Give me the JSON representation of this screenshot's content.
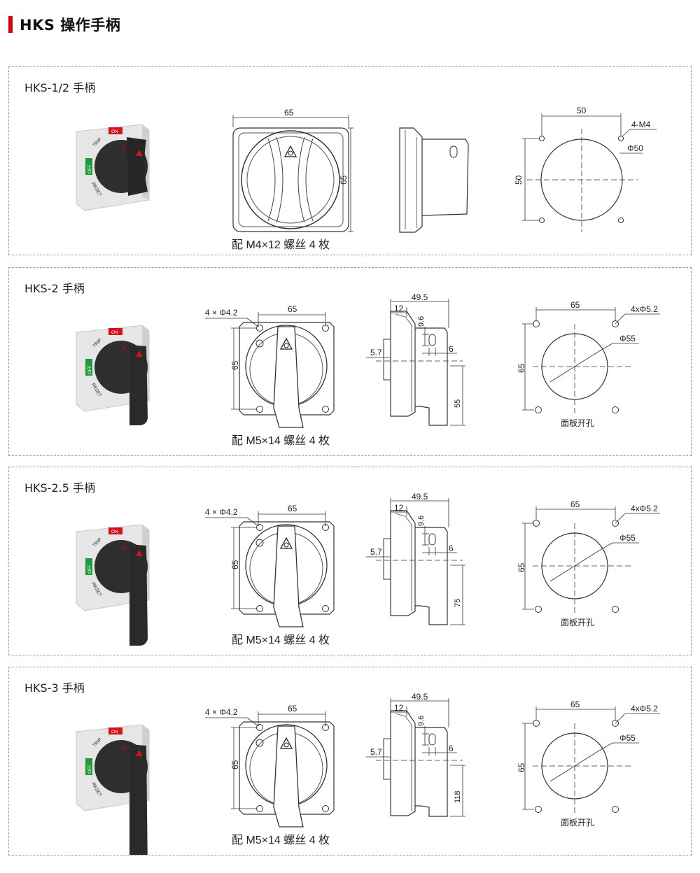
{
  "header": {
    "title": "HKS 操作手柄"
  },
  "sections": [
    {
      "title": "HKS-1/2 手柄",
      "variant": "small",
      "caption": "配 M4×12 螺丝 4 枚",
      "photo_labels": {
        "on": "ON",
        "trip": "TRIP",
        "off": "OFF",
        "reset": "RESET"
      },
      "front": {
        "width": "65",
        "height": "65"
      },
      "panel": {
        "width": "50",
        "height": "50",
        "holes": "4-M4",
        "diameter": "Φ50"
      }
    },
    {
      "title": "HKS-2 手柄",
      "variant": "lever",
      "caption": "配 M5×14 螺丝 4 枚",
      "photo_labels": {
        "on": "ON",
        "trip": "TRIP",
        "off": "OFF",
        "reset": "RESET"
      },
      "front": {
        "holes": "4 × Φ4.2",
        "width": "65",
        "height": "65"
      },
      "side": {
        "depth": "49.5",
        "flange": "12",
        "slot": "9.6",
        "slot_w": "6",
        "offset": "5.7",
        "length": "55"
      },
      "panel": {
        "width": "65",
        "height": "65",
        "holes": "4xΦ5.2",
        "diameter": "Φ55",
        "label": "面板开孔"
      }
    },
    {
      "title": "HKS-2.5 手柄",
      "variant": "lever",
      "caption": "配 M5×14 螺丝 4 枚",
      "photo_labels": {
        "on": "ON",
        "trip": "TRIP",
        "off": "OFF",
        "reset": "RESET"
      },
      "front": {
        "holes": "4 × Φ4.2",
        "width": "65",
        "height": "65"
      },
      "side": {
        "depth": "49.5",
        "flange": "12",
        "slot": "9.6",
        "slot_w": "6",
        "offset": "5.7",
        "length": "75"
      },
      "panel": {
        "width": "65",
        "height": "65",
        "holes": "4xΦ5.2",
        "diameter": "Φ55",
        "label": "面板开孔"
      }
    },
    {
      "title": "HKS-3 手柄",
      "variant": "lever",
      "caption": "配 M5×14 螺丝 4 枚",
      "photo_labels": {
        "on": "ON",
        "trip": "TRIP",
        "off": "OFF",
        "reset": "RESET"
      },
      "front": {
        "holes": "4 × Φ4.2",
        "width": "65",
        "height": "65"
      },
      "side": {
        "depth": "49.5",
        "flange": "12",
        "slot": "9.6",
        "slot_w": "6",
        "offset": "5.7",
        "length": "118"
      },
      "panel": {
        "width": "65",
        "height": "65",
        "holes": "4xΦ5.2",
        "diameter": "Φ55",
        "label": "面板开孔"
      }
    }
  ],
  "colors": {
    "accent": "#d7000f",
    "on": "#d7101e",
    "off": "#1f9a3a",
    "knob": "#2e2e2e"
  }
}
